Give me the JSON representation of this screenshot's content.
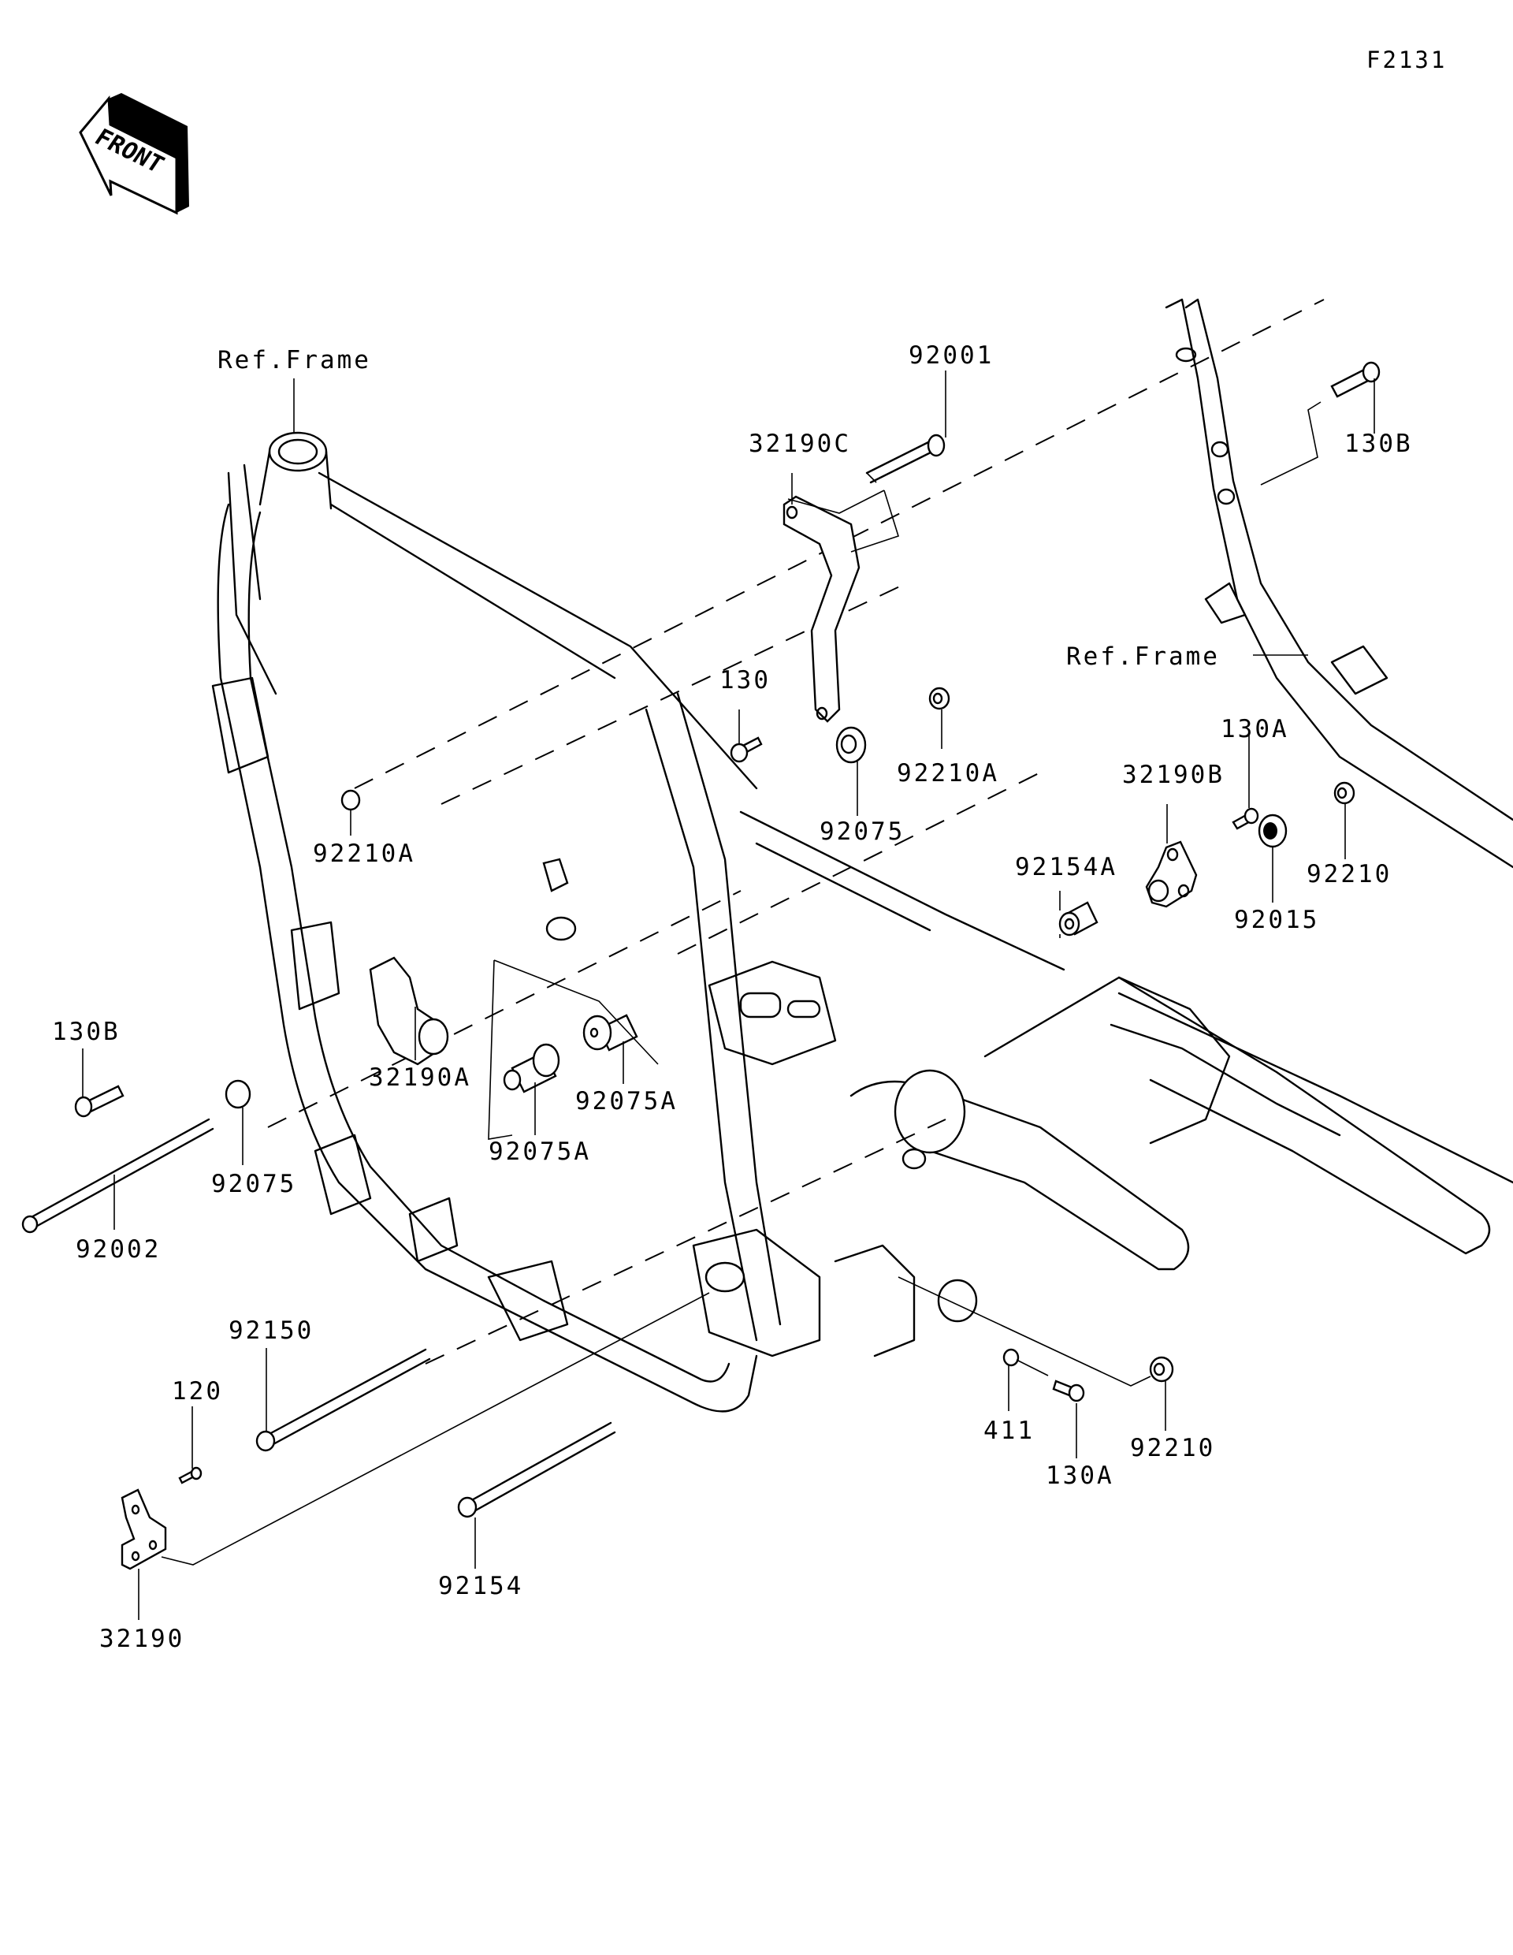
{
  "figure_id": "F2131",
  "front_indicator": {
    "text": "FRONT",
    "icon": "front-arrow-icon"
  },
  "reference_labels": [
    {
      "id": "ref-frame-left",
      "text": "Ref.Frame"
    },
    {
      "id": "ref-frame-right",
      "text": "Ref.Frame"
    }
  ],
  "callouts": [
    {
      "id": "c-92001",
      "text": "92001"
    },
    {
      "id": "c-32190C",
      "text": "32190C"
    },
    {
      "id": "c-130B-top",
      "text": "130B"
    },
    {
      "id": "c-130",
      "text": "130"
    },
    {
      "id": "c-92210A-right",
      "text": "92210A"
    },
    {
      "id": "c-92075-top",
      "text": "92075"
    },
    {
      "id": "c-92210A-left",
      "text": "92210A"
    },
    {
      "id": "c-130A-top",
      "text": "130A"
    },
    {
      "id": "c-32190B",
      "text": "32190B"
    },
    {
      "id": "c-92154A",
      "text": "92154A"
    },
    {
      "id": "c-92210-top",
      "text": "92210"
    },
    {
      "id": "c-92015",
      "text": "92015"
    },
    {
      "id": "c-130B-left",
      "text": "130B"
    },
    {
      "id": "c-32190A",
      "text": "32190A"
    },
    {
      "id": "c-92075A-right",
      "text": "92075A"
    },
    {
      "id": "c-92075A-left",
      "text": "92075A"
    },
    {
      "id": "c-92075-left",
      "text": "92075"
    },
    {
      "id": "c-92002",
      "text": "92002"
    },
    {
      "id": "c-92150",
      "text": "92150"
    },
    {
      "id": "c-120",
      "text": "120"
    },
    {
      "id": "c-411",
      "text": "411"
    },
    {
      "id": "c-130A-bottom",
      "text": "130A"
    },
    {
      "id": "c-92210-bottom",
      "text": "92210"
    },
    {
      "id": "c-92154",
      "text": "92154"
    },
    {
      "id": "c-32190",
      "text": "32190"
    }
  ]
}
